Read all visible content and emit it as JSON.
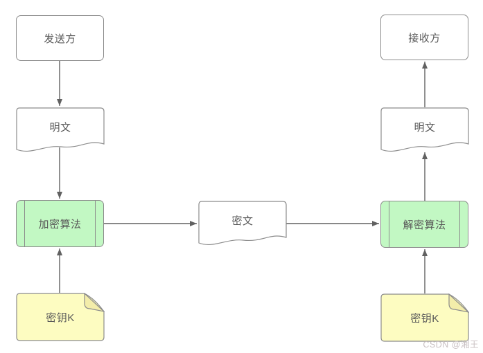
{
  "nodes": {
    "sender": {
      "label": "发送方",
      "type": "rounded-rect"
    },
    "plaintext_left": {
      "label": "明文",
      "type": "document"
    },
    "encrypt": {
      "label": "加密算法",
      "type": "process"
    },
    "key_left": {
      "label": "密钥K",
      "type": "note"
    },
    "ciphertext": {
      "label": "密文",
      "type": "document"
    },
    "decrypt": {
      "label": "解密算法",
      "type": "process"
    },
    "plaintext_right": {
      "label": "明文",
      "type": "document"
    },
    "receiver": {
      "label": "接收方",
      "type": "rounded-rect"
    },
    "key_right": {
      "label": "密钥K",
      "type": "note"
    }
  },
  "connectors": [
    {
      "from": "sender",
      "to": "plaintext_left",
      "direction": "down"
    },
    {
      "from": "plaintext_left",
      "to": "encrypt",
      "direction": "down"
    },
    {
      "from": "key_left",
      "to": "encrypt",
      "direction": "up"
    },
    {
      "from": "encrypt",
      "to": "ciphertext",
      "direction": "right"
    },
    {
      "from": "ciphertext",
      "to": "decrypt",
      "direction": "right"
    },
    {
      "from": "key_right",
      "to": "decrypt",
      "direction": "up"
    },
    {
      "from": "decrypt",
      "to": "plaintext_right",
      "direction": "up"
    },
    {
      "from": "plaintext_right",
      "to": "receiver",
      "direction": "up"
    }
  ],
  "watermark": {
    "text": "CSDN @湘王"
  },
  "colors": {
    "process_fill": "#c2f8c3",
    "note_fill": "#fdfcc1",
    "note_flap": "#f3edaa",
    "stroke": "#8c8c8c",
    "line": "#616161",
    "text": "#595959",
    "watermark": "#c9c0c2",
    "canvas_bg": "#ffffff"
  }
}
